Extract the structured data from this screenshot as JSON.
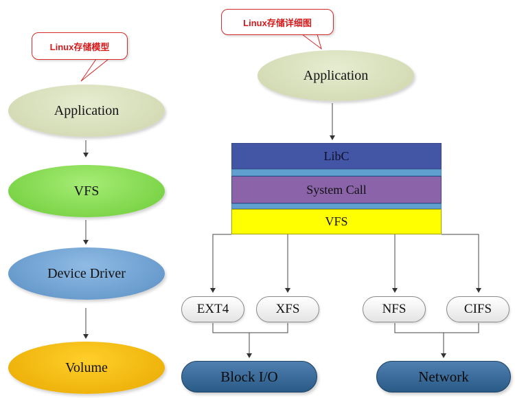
{
  "left_model": {
    "callout": "Linux存储模型",
    "layers": [
      "Application",
      "VFS",
      "Device Driver",
      "Volume"
    ]
  },
  "right_detail": {
    "callout": "Linux存储详细图",
    "application": "Application",
    "stack": {
      "libc": "LibC",
      "syscall": "System Call",
      "vfs": "VFS"
    },
    "filesystems": [
      "EXT4",
      "XFS",
      "NFS",
      "CIFS"
    ],
    "targets": {
      "block": "Block I/O",
      "network": "Network"
    }
  },
  "colors": {
    "application": "#d8e0bc",
    "vfs_left": "#7fd84a",
    "device_driver": "#6a9fd0",
    "volume": "#f0b400",
    "libc": "#4356a6",
    "syscall": "#8a63a8",
    "vfs_bar": "#ffff00",
    "separator": "#5fa0d0",
    "callout_text": "#d41a1a"
  }
}
